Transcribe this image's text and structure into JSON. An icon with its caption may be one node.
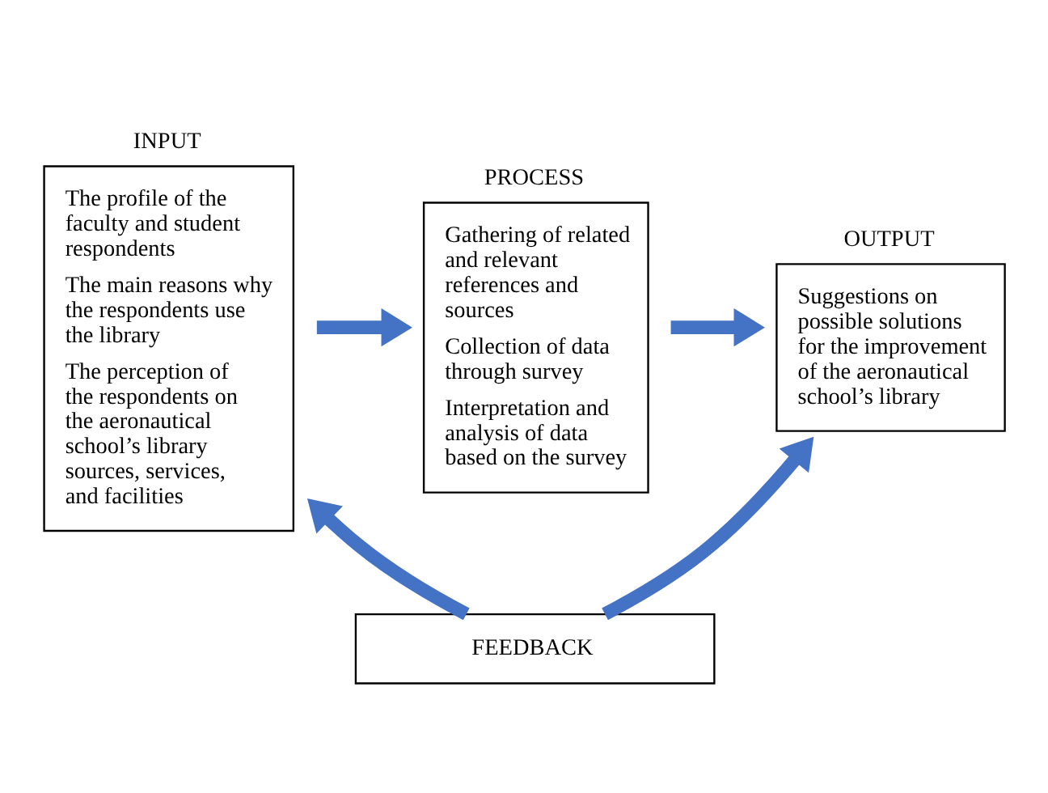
{
  "diagram": {
    "nodes": [
      {
        "text": [
          "INPUT",
          "The profile of the faculty and student respondents",
          "The main reasons why the respondents use the library",
          "The perception of the respondents on the aeronautical school’s library sources, services, and facilities"
        ]
      },
      {
        "text": [
          "PROCESS",
          "Gathering of related and relevant references and sources",
          "Collection of data through survey",
          "Interpretation and analysis of data based on the survey"
        ]
      },
      {
        "text": [
          "OUTPUT",
          "Suggestions on possible solutions for the improvement of the aeronautical school’s library"
        ]
      },
      {
        "text": [
          "FEEDBACK"
        ]
      }
    ],
    "edges": [
      {
        "from": 0,
        "to": 1,
        "arrow": "to"
      },
      {
        "from": 1,
        "to": 2,
        "arrow": "to"
      },
      {
        "from": 3,
        "to": 0,
        "arrow": "to"
      },
      {
        "from": 3,
        "to": 2,
        "arrow": "to"
      }
    ]
  }
}
